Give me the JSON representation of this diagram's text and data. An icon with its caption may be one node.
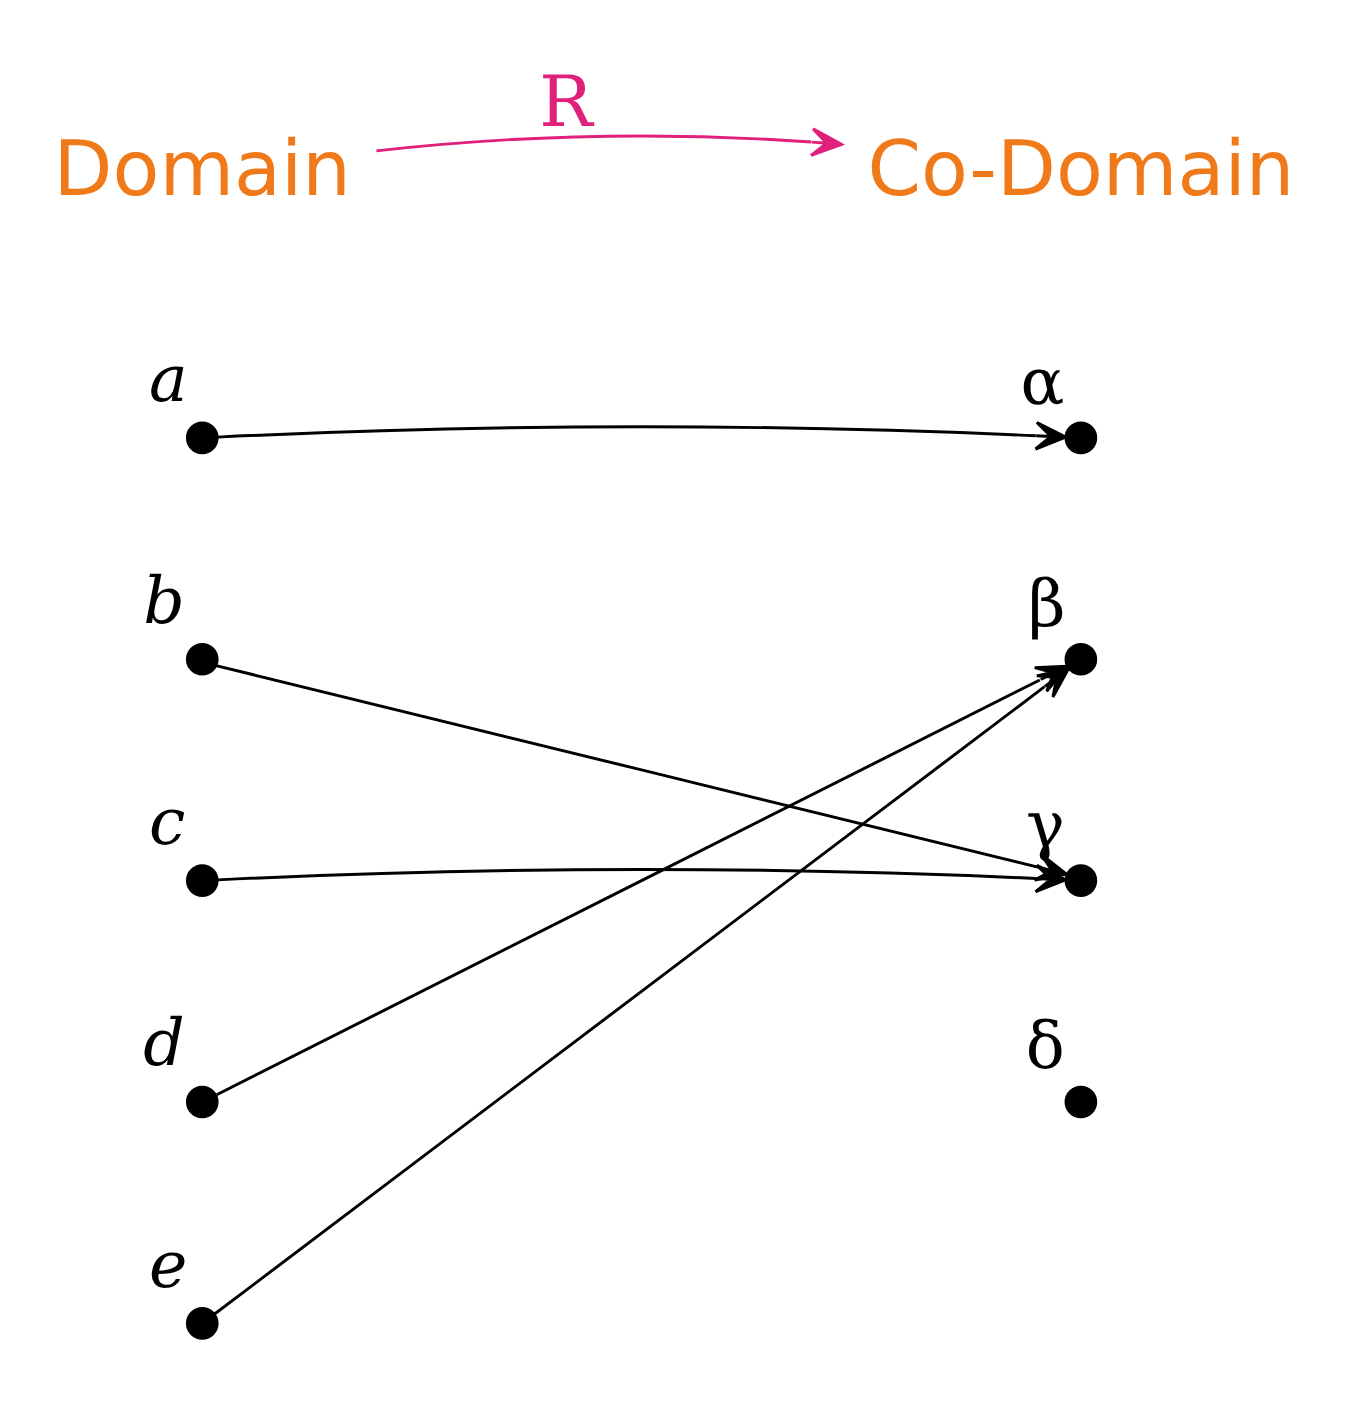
{
  "diagram": {
    "nodes": [
      {
        "text": [
          "Domain"
        ]
      },
      {
        "text": [
          "Co-Domain"
        ]
      },
      {
        "text": [
          "a"
        ]
      },
      {
        "text": [
          "b"
        ]
      },
      {
        "text": [
          "c"
        ]
      },
      {
        "text": [
          "d"
        ]
      },
      {
        "text": [
          "e"
        ]
      },
      {
        "text": [
          "α"
        ]
      },
      {
        "text": [
          "β"
        ]
      },
      {
        "text": [
          "γ"
        ]
      },
      {
        "text": [
          "δ"
        ]
      }
    ],
    "edges": [
      {
        "from": 0,
        "to": 1,
        "arrow": "to",
        "label": "R",
        "color": "#e0207a"
      },
      {
        "from": 2,
        "to": 7,
        "arrow": "to"
      },
      {
        "from": 3,
        "to": 9,
        "arrow": "to"
      },
      {
        "from": 4,
        "to": 9,
        "arrow": "to"
      },
      {
        "from": 5,
        "to": 8,
        "arrow": "to"
      },
      {
        "from": 6,
        "to": 8,
        "arrow": "to"
      }
    ]
  }
}
